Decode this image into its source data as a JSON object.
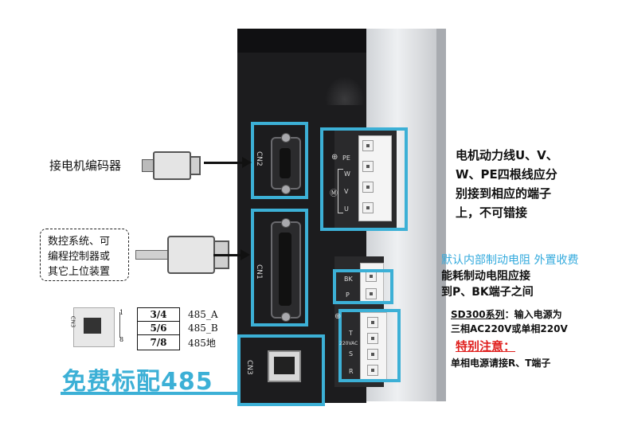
{
  "connectors": {
    "cn2": "CN2",
    "cn1": "CN1",
    "cn3": "CN3"
  },
  "power_terminals": {
    "pe": "PE",
    "w": "W",
    "v": "V",
    "u": "U",
    "motor_symbol": "M"
  },
  "brake_terminals": {
    "bk": "BK",
    "p": "P"
  },
  "input_terminals": {
    "t": "T",
    "s": "S",
    "r": "R",
    "ac_label": "220VAC"
  },
  "callouts": {
    "encoder": "接电机编码器",
    "controller": [
      "数控系统、可",
      "编程控制器或",
      "其它上位装置"
    ],
    "motor_power": [
      "电机动力线U、V、",
      "W、PE四根线应分",
      "别接到相应的端子",
      "上，不可错接"
    ],
    "brake_blue": "默认内部制动电阻 外置收费",
    "brake_text": [
      "能耗制动电阻应接",
      "到P、BK端子之间"
    ],
    "series_title": "SD300系列",
    "series_rest": "：输入电源为",
    "series_line2": "三相AC220V或单相220V",
    "special_note": "特别注意：",
    "single_phase": "单相电源请接R、T端子",
    "free_485": "免费标配485"
  },
  "rj45_table": {
    "side_label": "CN3",
    "pin_numbers": [
      "1",
      "8"
    ],
    "rows": [
      {
        "pins": "3/4",
        "signal": "485_A"
      },
      {
        "pins": "5/6",
        "signal": "485_B"
      },
      {
        "pins": "7/8",
        "signal": "485地"
      }
    ]
  },
  "colors": {
    "highlight": "#3cb0d6",
    "brake_blue": "#33aadd",
    "warning_red": "#e0201e",
    "drive_body": "#1c1c1e"
  }
}
